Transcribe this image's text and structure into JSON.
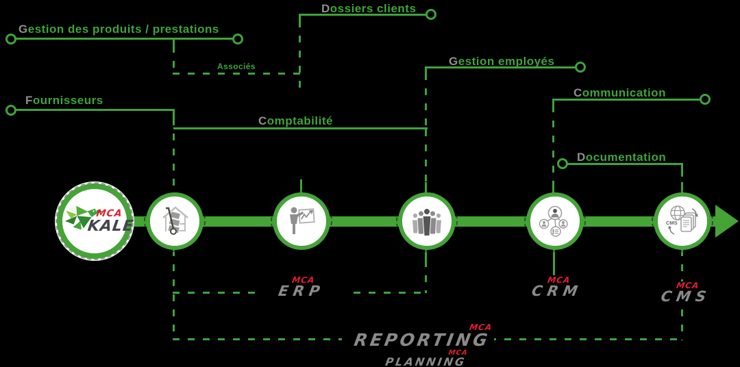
{
  "colors": {
    "green_line": "#3fa33c",
    "green_bar": "#46a437",
    "ring_green": "#45a338",
    "gray_first_letter": "#8e8e8e",
    "product_gray": "#8a8a8a",
    "brand_red": "#e41e2d",
    "kale_dark": "#45454d",
    "background": "#000000"
  },
  "connections": {
    "gestion_produits": {
      "first": "G",
      "rest": "estion des produits / prestations"
    },
    "fournisseurs": {
      "first": "F",
      "rest": "ournisseurs"
    },
    "associes": {
      "text": "Associés"
    },
    "dossiers_clients": {
      "first": "D",
      "rest": "ossiers clients"
    },
    "comptabilite": {
      "first": "C",
      "rest": "omptabilité"
    },
    "gestion_employes": {
      "first": "G",
      "rest": "estion employés"
    },
    "communication": {
      "first": "C",
      "rest": "ommunication"
    },
    "documentation": {
      "first": "D",
      "rest": "ocumentation"
    }
  },
  "products": {
    "kale": {
      "brand": "MCA",
      "name": "KALE"
    },
    "erp": {
      "brand": "MCA",
      "name": "ERP"
    },
    "crm": {
      "brand": "MCA",
      "name": "CRM"
    },
    "cms": {
      "brand": "MCA",
      "name": "CMS",
      "icon_text": "CMS"
    },
    "reporting": {
      "brand": "MCA",
      "name": "REPORTING"
    },
    "planning": {
      "brand": "MCA",
      "name": "PLANNING"
    }
  },
  "nodes": [
    {
      "id": "kale",
      "icon": "kale-logo"
    },
    {
      "id": "logistics",
      "icon": "hand-truck-icon"
    },
    {
      "id": "erp",
      "icon": "presenter-chart-icon"
    },
    {
      "id": "employees",
      "icon": "people-group-icon"
    },
    {
      "id": "crm",
      "icon": "contacts-network-icon"
    },
    {
      "id": "cms",
      "icon": "globe-documents-icon"
    }
  ]
}
